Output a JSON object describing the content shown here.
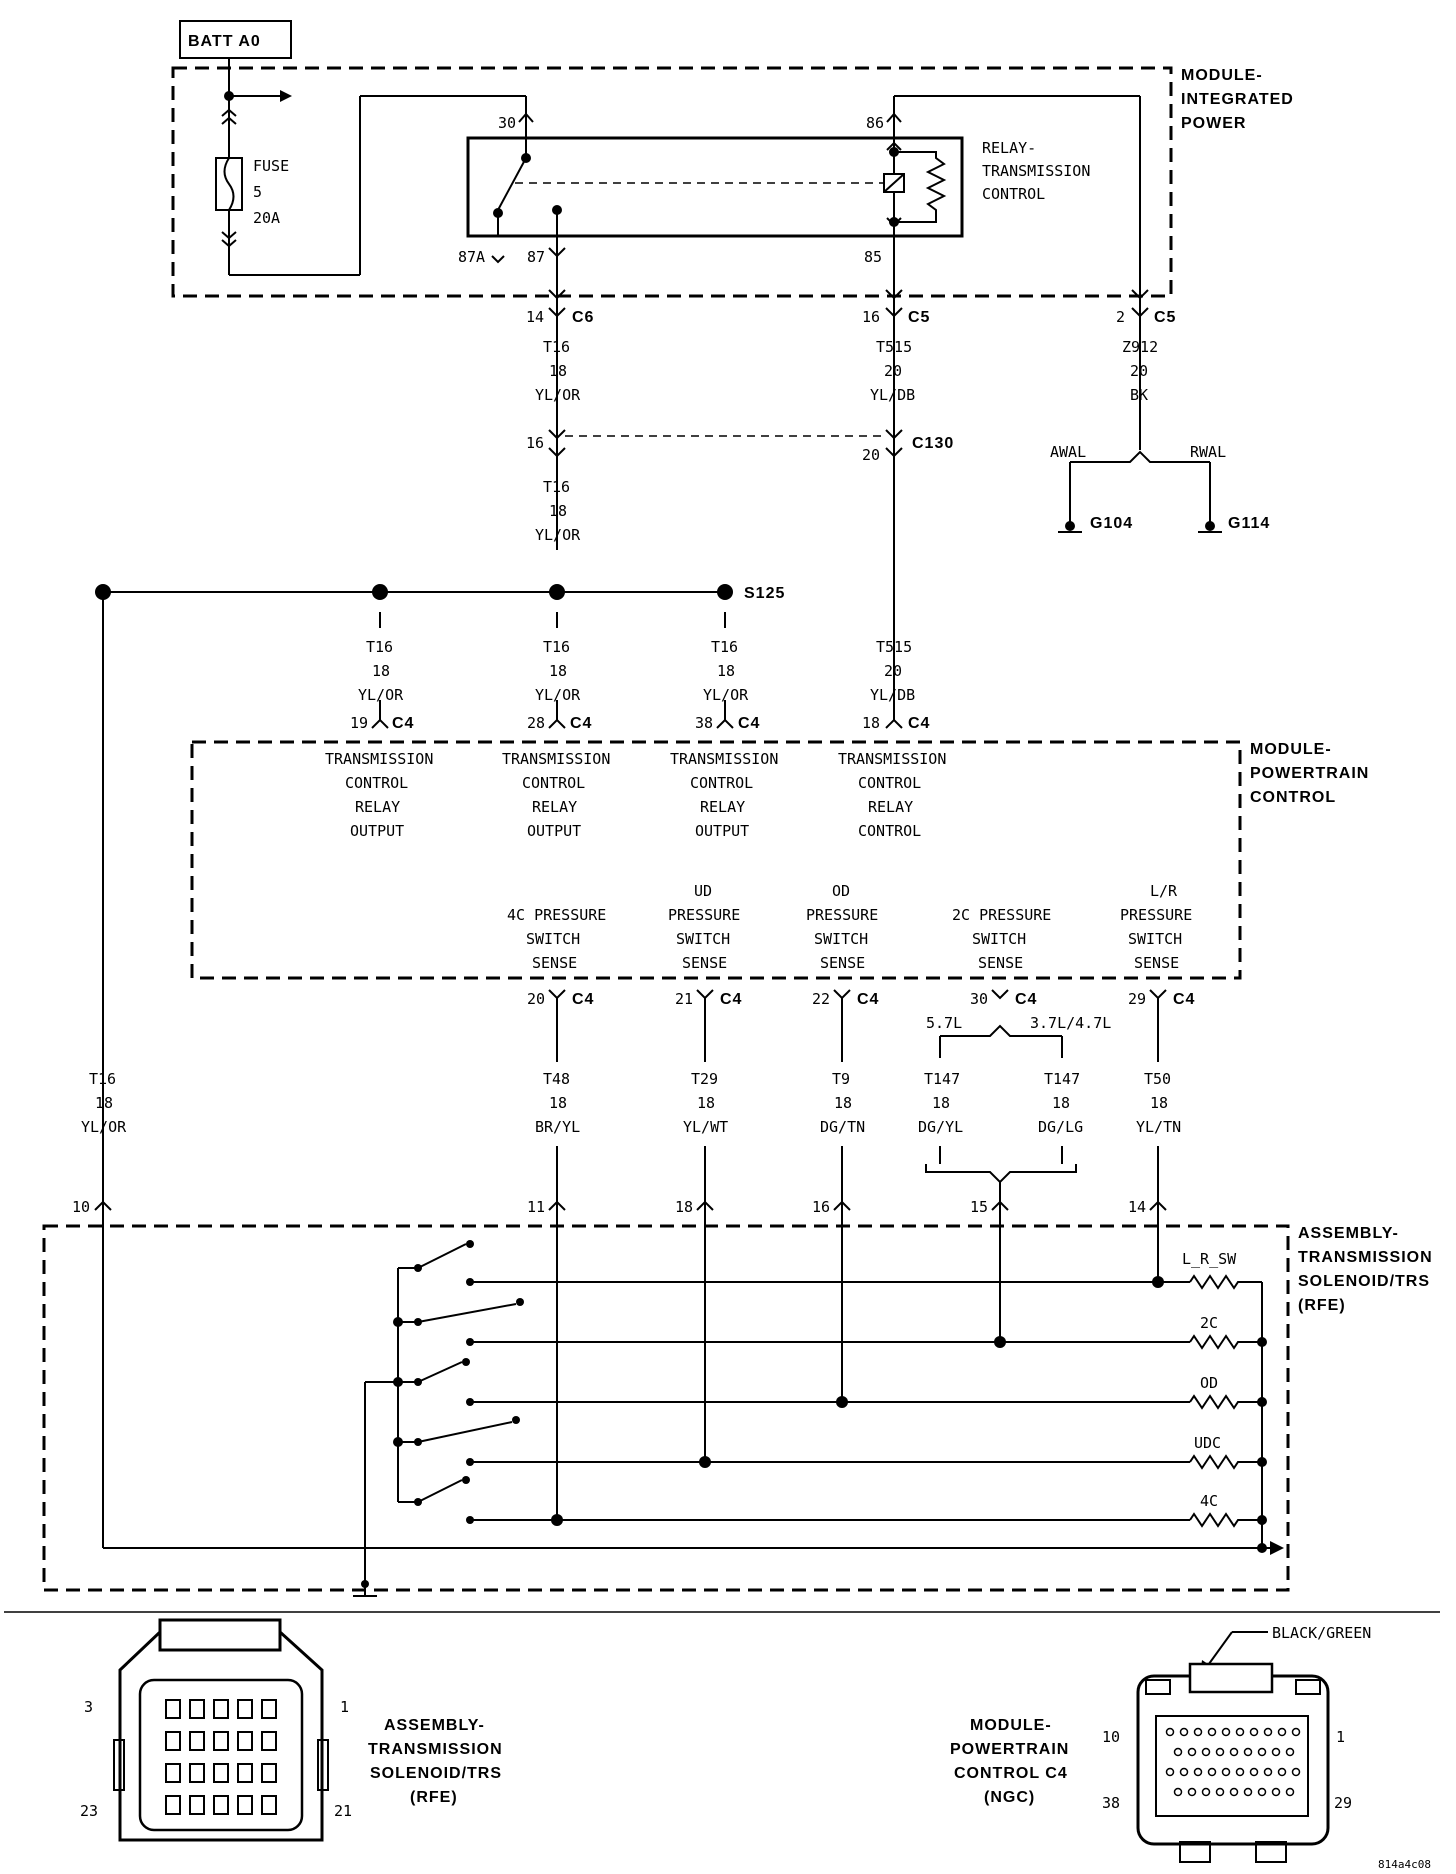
{
  "batt": "BATT A0",
  "fuse": {
    "name": "FUSE",
    "number": "5",
    "rating": "20A"
  },
  "module_integrated_power": [
    "MODULE-",
    "INTEGRATED",
    "POWER"
  ],
  "relay_label": [
    "RELAY-",
    "TRANSMISSION",
    "CONTROL"
  ],
  "relay_pins": {
    "p30": "30",
    "p86": "86",
    "p87a": "87A",
    "p87": "87",
    "p85": "85"
  },
  "connector_top": [
    {
      "pin": "14",
      "conn": "C6",
      "circuit": "T16",
      "gauge": "18",
      "color": "YL/OR"
    },
    {
      "pin": "16",
      "conn": "C5",
      "circuit": "T515",
      "gauge": "20",
      "color": "YL/DB"
    },
    {
      "pin": "2",
      "conn": "C5",
      "circuit": "Z912",
      "gauge": "20",
      "color": "BK"
    }
  ],
  "c130": {
    "pin_left": "16",
    "pin_right": "20",
    "conn": "C130"
  },
  "t16_mid": {
    "circuit": "T16",
    "gauge": "18",
    "color": "YL/OR"
  },
  "grounds": {
    "awal": "AWAL",
    "rwal": "RWAL",
    "g104": "G104",
    "g114": "G114"
  },
  "splice": "S125",
  "pcm_inputs": [
    {
      "circuit": "T16",
      "gauge": "18",
      "color": "YL/OR",
      "pin": "19",
      "conn": "C4",
      "func": [
        "TRANSMISSION",
        "CONTROL",
        "RELAY",
        "OUTPUT"
      ]
    },
    {
      "circuit": "T16",
      "gauge": "18",
      "color": "YL/OR",
      "pin": "28",
      "conn": "C4",
      "func": [
        "TRANSMISSION",
        "CONTROL",
        "RELAY",
        "OUTPUT"
      ]
    },
    {
      "circuit": "T16",
      "gauge": "18",
      "color": "YL/OR",
      "pin": "38",
      "conn": "C4",
      "func": [
        "TRANSMISSION",
        "CONTROL",
        "RELAY",
        "OUTPUT"
      ]
    },
    {
      "circuit": "T515",
      "gauge": "20",
      "color": "YL/DB",
      "pin": "18",
      "conn": "C4",
      "func": [
        "TRANSMISSION",
        "CONTROL",
        "RELAY",
        "CONTROL"
      ]
    }
  ],
  "module_pcm": [
    "MODULE-",
    "POWERTRAIN",
    "CONTROL"
  ],
  "pcm_sense": [
    {
      "func": [
        "4C PRESSURE",
        "SWITCH",
        "SENSE"
      ],
      "pin": "20",
      "conn": "C4",
      "circuit": "T48",
      "gauge": "18",
      "color": "BR/YL",
      "trs_pin": "11"
    },
    {
      "func": [
        "UD",
        "PRESSURE",
        "SWITCH",
        "SENSE"
      ],
      "pin": "21",
      "conn": "C4",
      "circuit": "T29",
      "gauge": "18",
      "color": "YL/WT",
      "trs_pin": "18"
    },
    {
      "func": [
        "OD",
        "PRESSURE",
        "SWITCH",
        "SENSE"
      ],
      "pin": "22",
      "conn": "C4",
      "circuit": "T9",
      "gauge": "18",
      "color": "DG/TN",
      "trs_pin": "16"
    },
    {
      "func": [
        "2C PRESSURE",
        "SWITCH",
        "SENSE"
      ],
      "pin": "30",
      "conn": "C4",
      "trs_pin": "15"
    },
    {
      "func": [
        "L/R",
        "PRESSURE",
        "SWITCH",
        "SENSE"
      ],
      "pin": "29",
      "conn": "C4",
      "circuit": "T50",
      "gauge": "18",
      "color": "YL/TN",
      "trs_pin": "14"
    }
  ],
  "t147": {
    "left": {
      "engine": "5.7L",
      "circuit": "T147",
      "gauge": "18",
      "color": "DG/YL"
    },
    "right": {
      "engine": "3.7L/4.7L",
      "circuit": "T147",
      "gauge": "18",
      "color": "DG/LG"
    }
  },
  "t16_left": {
    "circuit": "T16",
    "gauge": "18",
    "color": "YL/OR",
    "trs_pin": "10"
  },
  "trs_label": [
    "ASSEMBLY-",
    "TRANSMISSION",
    "SOLENOID/TRS",
    "(RFE)"
  ],
  "resistors": [
    "L_R_SW",
    "2C",
    "OD",
    "UDC",
    "4C"
  ],
  "connector_views": {
    "trs": {
      "label": [
        "ASSEMBLY-",
        "TRANSMISSION",
        "SOLENOID/TRS",
        "(RFE)"
      ],
      "pins": [
        "3",
        "1",
        "23",
        "21"
      ]
    },
    "pcm": {
      "label": [
        "MODULE-",
        "POWERTRAIN",
        "CONTROL C4",
        "(NGC)"
      ],
      "pins": [
        "10",
        "1",
        "38",
        "29"
      ],
      "color": "BLACK/GREEN"
    }
  },
  "ref": "814a4c08"
}
